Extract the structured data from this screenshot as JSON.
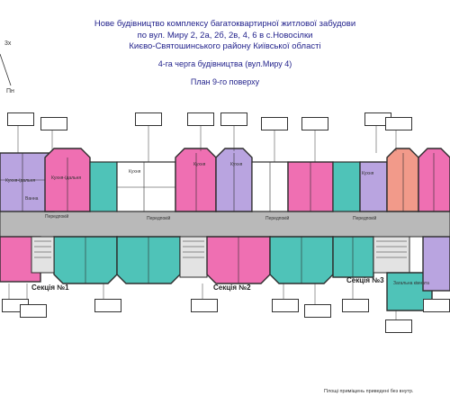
{
  "header": {
    "line1": "Нове будівництво комплексу багатоквартирної житлової забудови",
    "line2": "по вул. Миру 2, 2а, 2б, 2в, 4, 6 в с.Новосілки",
    "line3": "Києво-Святошинського району Київської області",
    "stage": "4-га черга будівництва (вул.Миру 4)",
    "plan": "План 9-го поверху"
  },
  "corner": {
    "scale": "3х",
    "north": "Пн"
  },
  "sections": [
    {
      "label": "Секція №1"
    },
    {
      "label": "Секція №2"
    },
    {
      "label": "Секція №3"
    }
  ],
  "rooms": {
    "corridor": "Передпокій",
    "kitchen": "Кухня",
    "kitchen_dining": "Кухня-їдальня",
    "living": "Загальна кімната",
    "bathroom": "Ванна"
  },
  "palette": {
    "purple": "#b9a4e0",
    "pink": "#ef6fb2",
    "salmon": "#f29a8a",
    "teal": "#4fc3b8",
    "gray": "#b9b9b9",
    "wall": "#2d2d2d"
  },
  "footnote": "Площі приміщень приведені без внутр."
}
